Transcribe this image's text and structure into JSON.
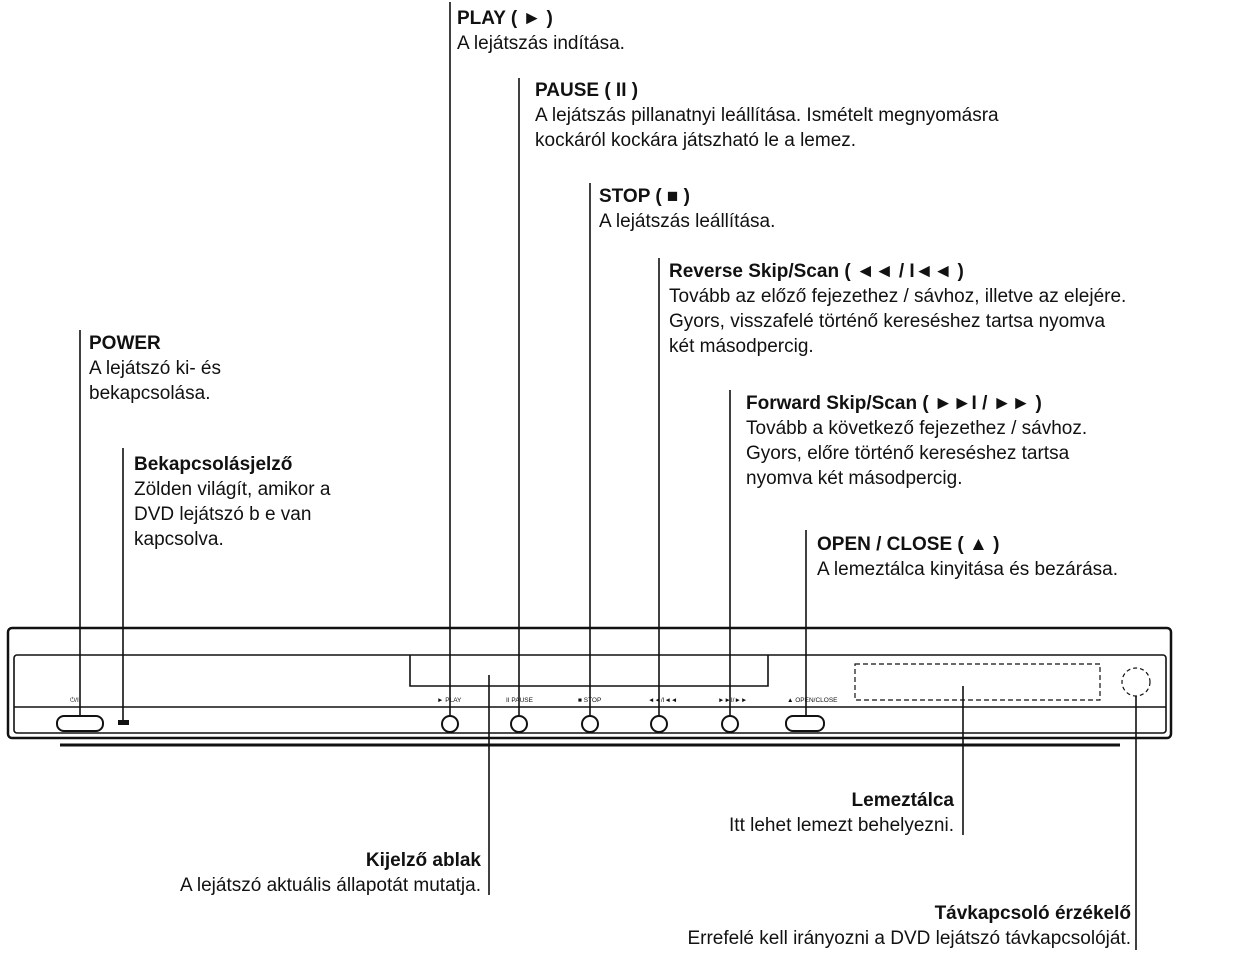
{
  "callouts": {
    "play": {
      "title": "PLAY ( ► )",
      "lines": [
        "A lejátszás indítása."
      ]
    },
    "pause": {
      "title": "PAUSE ( II )",
      "lines": [
        "A lejátszás pillanatnyi leállítása. Ismételt megnyomásra",
        "kockáról kockára játszható le a lemez."
      ]
    },
    "stop": {
      "title": "STOP ( ■ )",
      "lines": [
        "A lejátszás leállítása."
      ]
    },
    "reverse": {
      "title": "Reverse Skip/Scan ( ◄◄ / I◄◄ )",
      "lines": [
        "Tovább az előző fejezethez / sávhoz, illetve az elejére.",
        "Gyors, visszafelé történő kereséshez tartsa nyomva",
        "két másodpercig."
      ]
    },
    "power": {
      "title": "POWER",
      "lines": [
        "A lejátszó ki- és",
        "bekapcsolása."
      ]
    },
    "forward": {
      "title": "Forward Skip/Scan ( ►►I / ►► )",
      "lines": [
        "Tovább a következő fejezethez / sávhoz.",
        "Gyors, előre történő kereséshez tartsa",
        "nyomva két másodpercig."
      ]
    },
    "indicator": {
      "title": "Bekapcsolásjelző",
      "lines": [
        "Zölden világít, amikor a",
        "DVD lejátszó b e van",
        "kapcsolva."
      ]
    },
    "open": {
      "title": "OPEN / CLOSE ( ▲ )",
      "lines": [
        "A lemeztálca kinyitása és bezárása."
      ]
    },
    "tray": {
      "title": "Lemeztálca",
      "lines": [
        "Itt lehet lemezt behelyezni."
      ]
    },
    "display": {
      "title": "Kijelző ablak",
      "lines": [
        "A lejátszó aktuális állapotát mutatja."
      ]
    },
    "remote": {
      "title": "Távkapcsoló érzékelő",
      "lines": [
        "Errefelé kell irányozni a DVD lejátszó távkapcsolóját."
      ]
    }
  },
  "panel_labels": {
    "power": "⏻/I",
    "play": "► PLAY",
    "pause": "II PAUSE",
    "stop": "■ STOP",
    "reverse": "◄◄/I◄◄",
    "forward": "►►I/►►",
    "open": "▲ OPEN/CLOSE"
  }
}
